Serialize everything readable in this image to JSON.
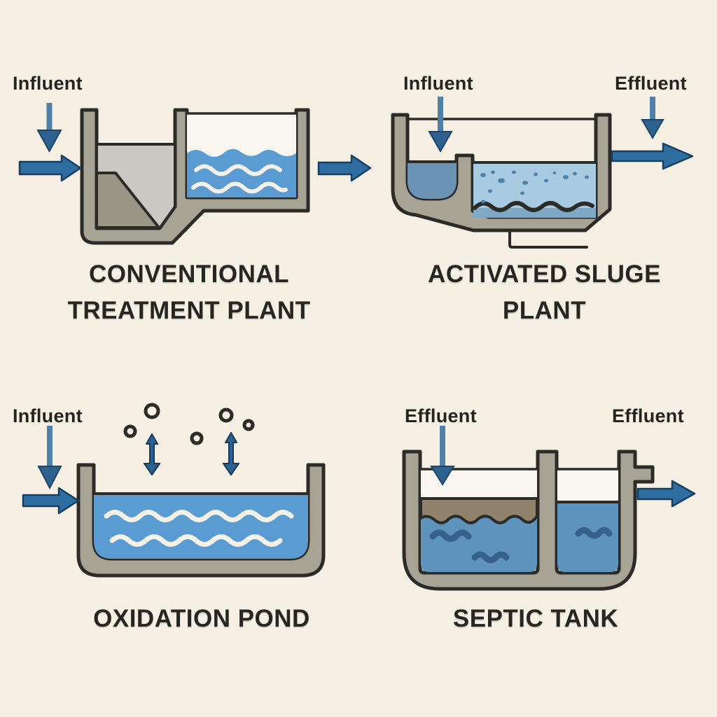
{
  "background_color": "#f5f0e3",
  "palette": {
    "outline": "#2b2b27",
    "tank_wall_gray": "#a7a496",
    "interior_light_gray": "#cac8c2",
    "sludge_wedge_gray": "#999685",
    "water_blue": "#5a9bd2",
    "aeration_light_blue": "#a9cbe2",
    "inlet_water_blue_gray": "#6b93b6",
    "septic_water_blue": "#5e93bd",
    "scum_brown": "#91836b",
    "arrow_blue": "#2e6da0",
    "arrow_shaft_blue": "#4e80a8",
    "arrow_head_blue": "#2d618f",
    "label_text": "#24241f"
  },
  "panels": [
    {
      "id": "conventional-treatment-plant",
      "title_lines": [
        "CONVENTIONAL",
        "TREATMENT PLANT"
      ],
      "labels": [
        "Influent"
      ]
    },
    {
      "id": "activated-sludge-plant",
      "title_lines": [
        "ACTIVATED SLUGE",
        "PLANT"
      ],
      "labels": [
        "Influent",
        "Effluent"
      ]
    },
    {
      "id": "oxidation-pond",
      "title_lines": [
        "OXIDATION POND"
      ],
      "labels": [
        "Influent"
      ]
    },
    {
      "id": "septic-tank",
      "title_lines": [
        "SEPTIC TANK"
      ],
      "labels": [
        "Effluent",
        "Effluent"
      ]
    }
  ]
}
